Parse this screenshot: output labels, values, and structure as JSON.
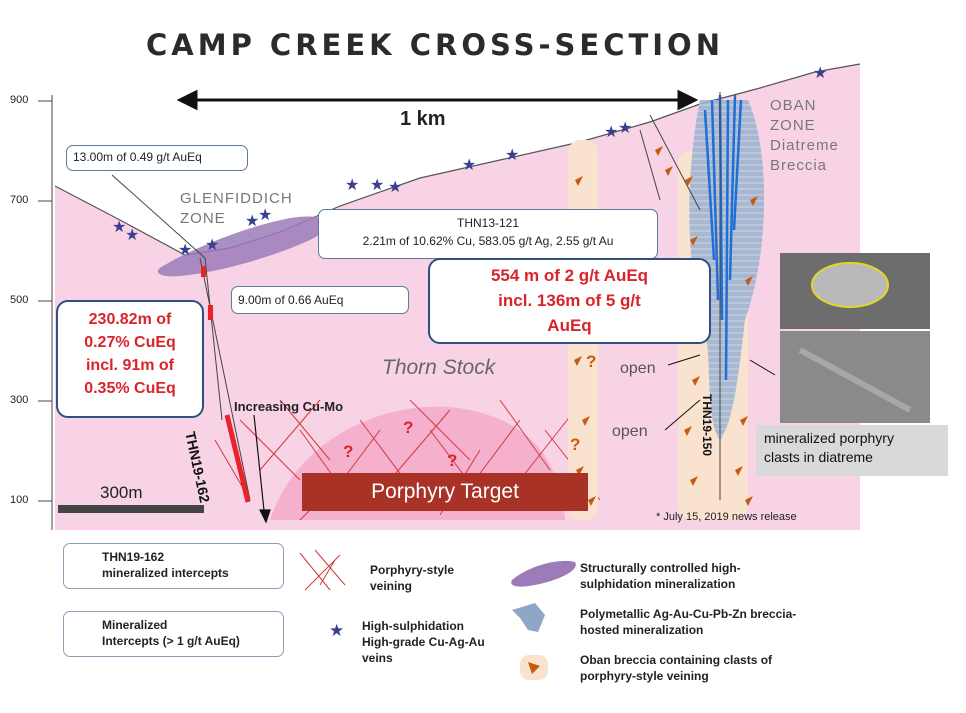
{
  "title": "CAMP CREEK CROSS-SECTION",
  "elevation_labels": [
    "900",
    "700",
    "500",
    "300",
    "100"
  ],
  "scale": {
    "one_km": "1 km",
    "bar_300m": "300m"
  },
  "zones": {
    "glenfiddich": "GLENFIDDICH\nZONE",
    "oban": "OBAN\nZONE\nDiatreme\nBreccia",
    "thorn_stock": "Thorn Stock",
    "porphyry_target": "Porphyry Target",
    "open_upper": "open",
    "open_lower": "open",
    "increasing": "Increasing Cu-Mo"
  },
  "callouts": {
    "c1": "13.00m of 0.49 g/t AuEq",
    "c2_line1": "THN13-121",
    "c2_line2": "2.21m of 10.62% Cu, 583.05 g/t Ag, 2.55 g/t Au",
    "c3": "9.00m of 0.66 AuEq",
    "c4": "230.82m of\n0.27% CuEq\nincl. 91m of\n0.35% CuEq",
    "c5": "554 m of 2 g/t AuEq\nincl. 136m of 5 g/t\nAuEq"
  },
  "drillholes": {
    "thn19_162": "THN19-162",
    "thn19_150": "THN19-150"
  },
  "question_marks": [
    "?",
    "?",
    "?",
    "?",
    "?"
  ],
  "news_note": "* July 15, 2019 news release",
  "photo_caption": "mineralized porphyry\nclasts in diatreme",
  "legend": {
    "red_box": "THN19-162\nmineralized intercepts",
    "blue_box": "Mineralized\nIntercepts (> 1 g/t AuEq)",
    "veining": "Porphyry-style\nveining",
    "stars": "High-sulphidation\nHigh-grade Cu-Ag-Au\nveins",
    "purple": "Structurally controlled high-\nsulphidation mineralization",
    "blue_breccia": "Polymetallic Ag-Au-Cu-Pb-Zn breccia-\nhosted mineralization",
    "oban_breccia": "Oban breccia containing clasts of\nporphyry-style veining"
  },
  "colors": {
    "pink_bg": "#f8cfe3",
    "purple_zone": "#9b7bb8",
    "blue_zone": "#8fa6c6",
    "red_intercept": "#e8232a",
    "blue_intercept": "#1f6fd6",
    "star": "#3a3f8f",
    "title_text": "#2b2b2b",
    "callout_red": "#d9242a"
  }
}
